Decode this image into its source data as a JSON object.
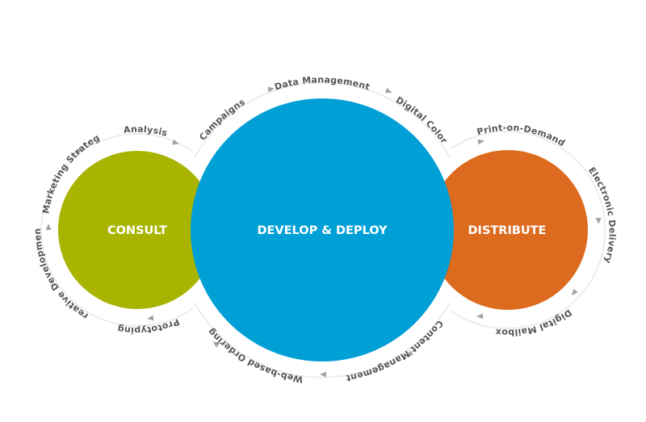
{
  "circles": {
    "consult": {
      "label": "CONSULT",
      "color": "#a8b400"
    },
    "develop": {
      "label": "DEVELOP & DEPLOY",
      "color": "#009fd6"
    },
    "distribute": {
      "label": "DISTRIBUTE",
      "color": "#dc6b1f"
    }
  },
  "cycle_labels": {
    "consult": [
      "Analysis",
      "Marketing Strategy",
      "Creative Development",
      "Prototyping"
    ],
    "develop": [
      "Campaigns",
      "Data Management",
      "Digital Color",
      "Content Management",
      "Web-based Ordering"
    ],
    "distribute": [
      "Print-on-Demand",
      "Electronic Delivery",
      "Digital Mailbox"
    ]
  },
  "colors": {
    "ring_track": "#e9e9e9",
    "arrow": "#a3a3a3",
    "label_text": "#555555"
  }
}
